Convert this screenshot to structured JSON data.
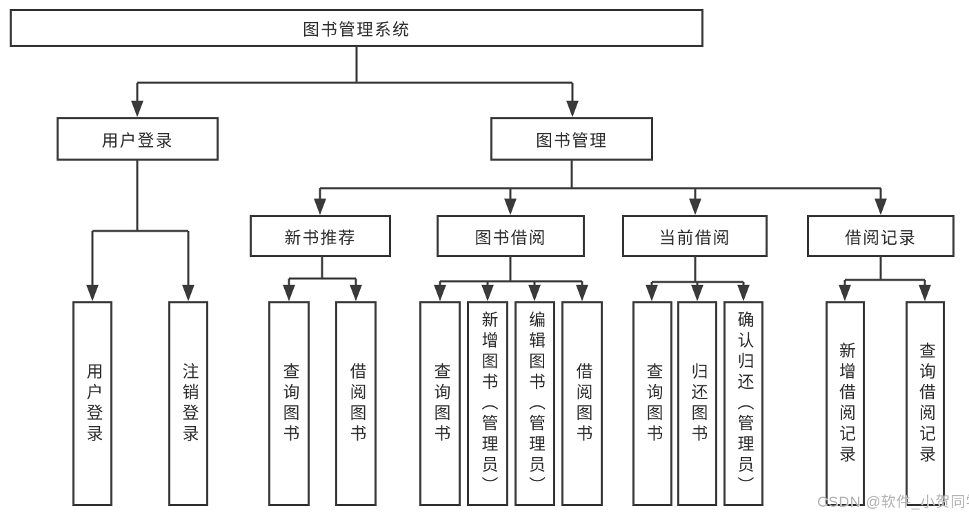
{
  "diagram": {
    "root": {
      "label": "图书管理系统",
      "children": [
        {
          "label": "用户登录",
          "children": [
            {
              "label": "用户登录"
            },
            {
              "label": "注销登录"
            }
          ]
        },
        {
          "label": "图书管理",
          "children": [
            {
              "label": "新书推荐",
              "children": [
                {
                  "label": "查询图书"
                },
                {
                  "label": "借阅图书"
                }
              ]
            },
            {
              "label": "图书借阅",
              "children": [
                {
                  "label": "查询图书"
                },
                {
                  "label": "新增图书（管理员）"
                },
                {
                  "label": "编辑图书（管理员）"
                },
                {
                  "label": "借阅图书"
                }
              ]
            },
            {
              "label": "当前借阅",
              "children": [
                {
                  "label": "查询图书"
                },
                {
                  "label": "归还图书"
                },
                {
                  "label": "确认归还（管理员）"
                }
              ]
            },
            {
              "label": "借阅记录",
              "children": [
                {
                  "label": "新增借阅记录"
                },
                {
                  "label": "查询借阅记录"
                }
              ]
            }
          ]
        }
      ]
    },
    "line_color": "#3a3a3a",
    "box_background": "#ffffff",
    "text_color": "#2d2d2d"
  },
  "watermark": "CSDN @软件_小贺同学"
}
